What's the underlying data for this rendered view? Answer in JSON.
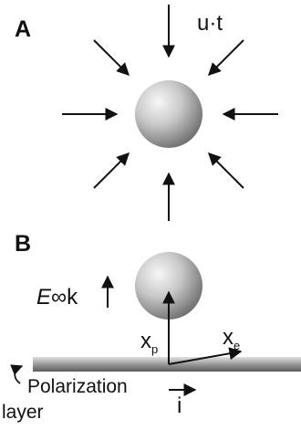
{
  "panels": [
    {
      "label": "A",
      "annotation": "u·t"
    },
    {
      "label": "B",
      "field_symbol": "E",
      "field_subscript": "∞",
      "field_unit": "k",
      "xp_main": "x",
      "xp_sub": "p",
      "xe_main": "x",
      "xe_sub": "e",
      "layer_line1": "Polarization",
      "layer_line2": "layer",
      "i_symbol": "i"
    }
  ],
  "colors": {
    "ink": "#111111",
    "sphere_light": "#f2f2f2",
    "sphere_dark": "#6f6f6f",
    "surface": "#9a9a9a"
  },
  "icon_names": [
    "sphere-icon",
    "arrow-icon",
    "curved-arrow-icon"
  ]
}
